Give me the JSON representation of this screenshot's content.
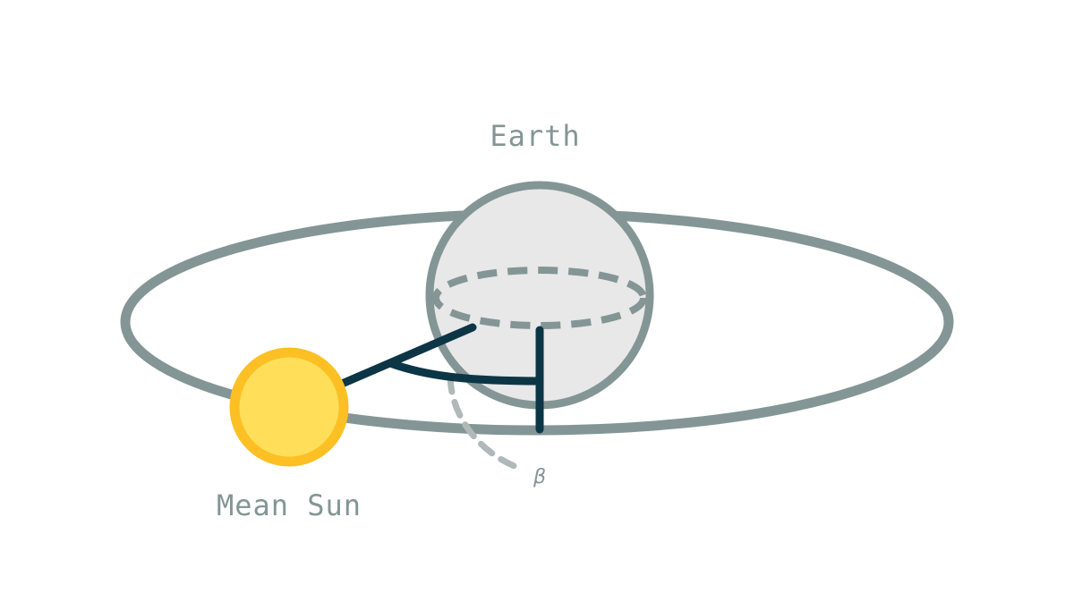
{
  "labels": {
    "earth": "Earth",
    "mean_sun": "Mean Sun",
    "angle": "β"
  },
  "colors": {
    "orbit": "#849595",
    "earth_fill": "#e8e8e8",
    "earth_stroke": "#849595",
    "sun_fill": "#ffde59",
    "sun_stroke": "#fcc024",
    "line_dark": "#0c3645",
    "angle_arc": "#b0b8b8",
    "text": "#849595",
    "background": "#ffffff"
  },
  "icons": {
    "earth": "sphere",
    "mean_sun": "circle"
  }
}
